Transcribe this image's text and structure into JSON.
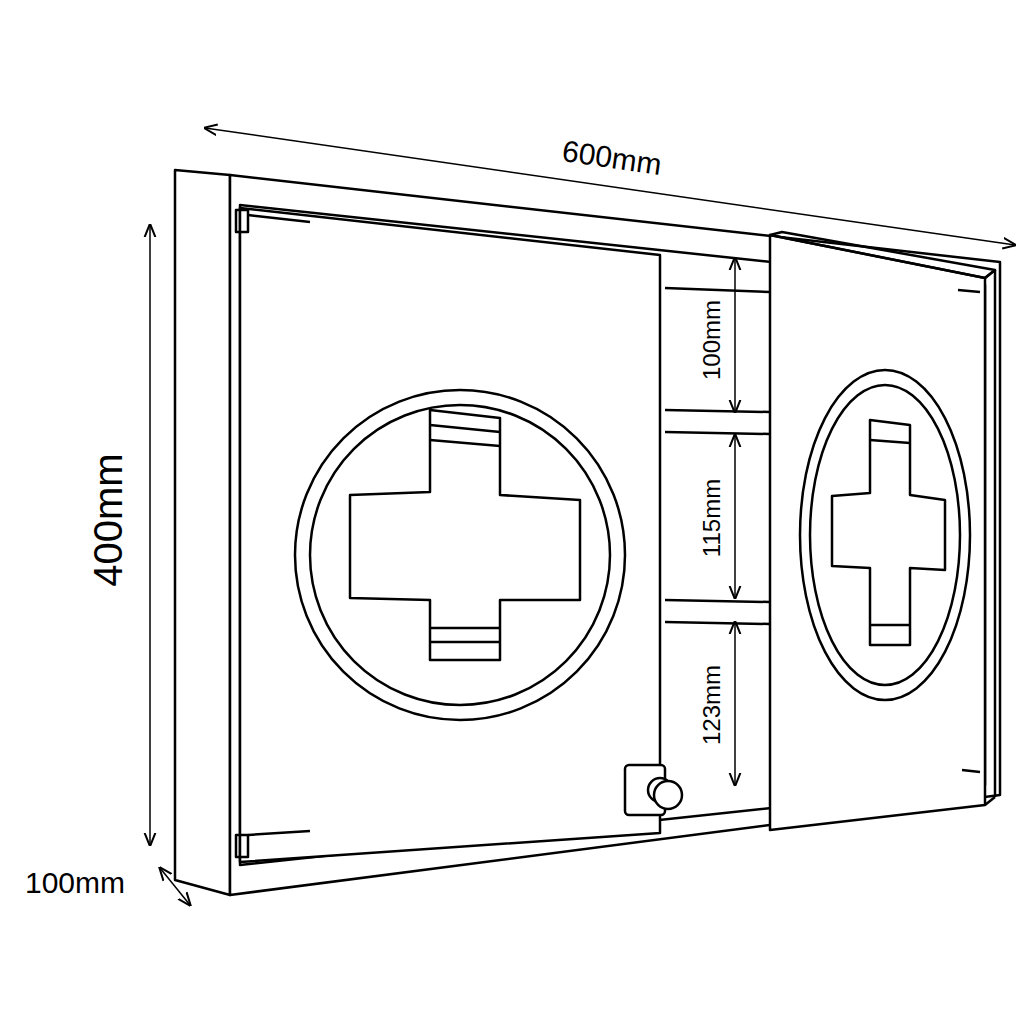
{
  "diagram": {
    "labels": [
      "600mm",
      "400mm",
      "100mm",
      "115mm",
      "123mm",
      "100mm"
    ]
  }
}
